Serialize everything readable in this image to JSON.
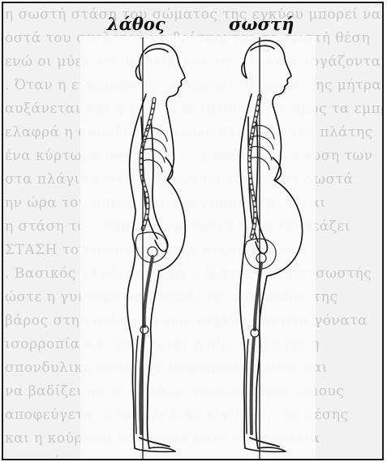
{
  "labels": {
    "wrong": "λάθος",
    "correct": "σωστή"
  },
  "colors": {
    "ink": "#111111",
    "plumb_line": "#1a1a1a",
    "background_text": "#c9c9c9",
    "paper": "#f2f2f2"
  },
  "figures": [
    {
      "id": "wrong-posture",
      "label_key": "wrong",
      "posture": "pregnant woman side view, swayback with exaggerated lumbar curve"
    },
    {
      "id": "correct-posture",
      "label_key": "correct",
      "posture": "pregnant woman side view, upright aligned spine"
    }
  ]
}
